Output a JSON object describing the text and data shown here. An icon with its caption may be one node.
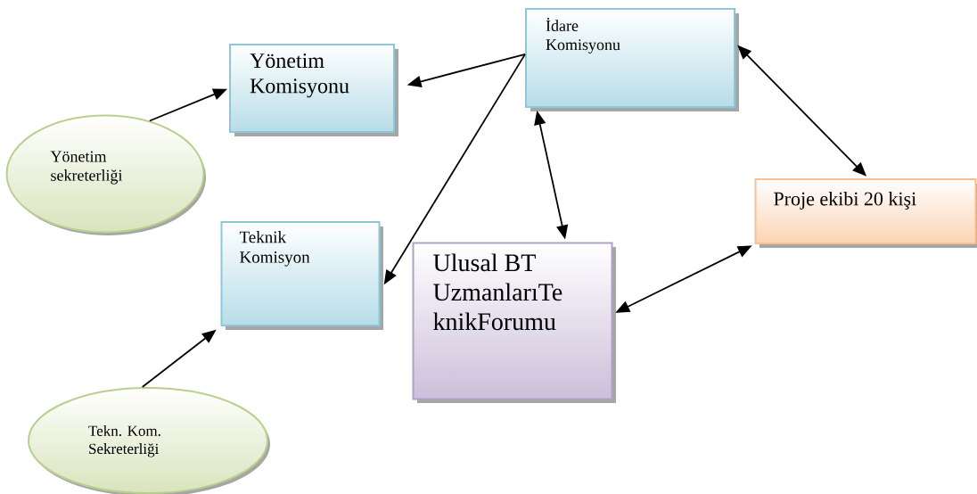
{
  "diagram": {
    "nodes": [
      {
        "text": [
          "İdare Komisyonu"
        ]
      },
      {
        "text": [
          "Yönetim Komisyonu"
        ]
      },
      {
        "text": [
          "Yönetim sekreterliği"
        ]
      },
      {
        "text": [
          "Proje ekibi 20 kişi"
        ]
      },
      {
        "text": [
          "Teknik Komisyon"
        ]
      },
      {
        "text": [
          "Ulusal BT UzmanlarıTe knikForumu"
        ]
      },
      {
        "text": [
          "Tekn. Kom. Sekreterliği"
        ]
      }
    ],
    "edges": [
      {
        "from": 2,
        "to": 1,
        "arrow": "to"
      },
      {
        "from": 0,
        "to": 1,
        "arrow": "to"
      },
      {
        "from": 0,
        "to": 4,
        "arrow": "to"
      },
      {
        "from": 0,
        "to": 5,
        "arrow": "both"
      },
      {
        "from": 0,
        "to": 3,
        "arrow": "both"
      },
      {
        "from": 5,
        "to": 3,
        "arrow": "both"
      },
      {
        "from": 6,
        "to": 4,
        "arrow": "to"
      }
    ]
  }
}
